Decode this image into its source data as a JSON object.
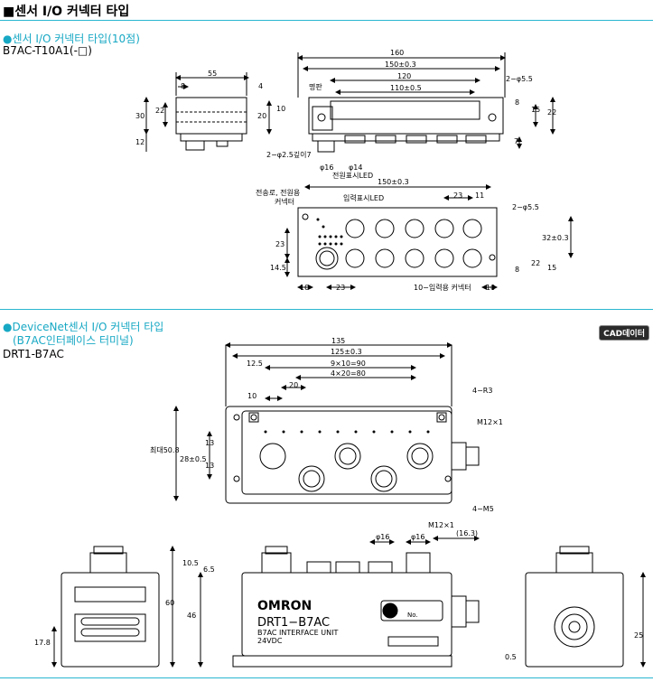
{
  "header": {
    "title": "■센서 I/O 커넥터 타입"
  },
  "section1": {
    "title": "●센서 I/O 커넥터 타입(10점)",
    "model": "B7AC-T10A1(-□)",
    "side": {
      "w": "55",
      "d8": "8",
      "h30": "30",
      "h22": "22",
      "h12": "12",
      "d4": "4"
    },
    "front": {
      "d160": "160",
      "d150": "150±0.3",
      "d120": "120",
      "d110": "110±0.5",
      "hole": "2−φ5.5",
      "label_plate": "명판",
      "d10": "10",
      "d20": "20",
      "d8": "8",
      "d15": "15",
      "d22": "22",
      "d7": "7",
      "tap": "2−φ2.5깊이7",
      "d16": "φ16",
      "d14": "φ14"
    },
    "top": {
      "power_led": "전원표시LED",
      "input_led": "입력표시LED",
      "comm_conn_l1": "전송로, 전원용",
      "comm_conn_l2": "커넥터",
      "d150": "150±0.3",
      "d23a": "23",
      "d11": "11",
      "hole": "2−φ5.5",
      "d23": "23",
      "d32": "32±0.3",
      "d14_5": "14.5",
      "d8": "8",
      "d22": "22",
      "d15": "15",
      "d10a": "10",
      "d23b": "23",
      "input_conn": "10−입력용 커넥터",
      "d10b": "10"
    }
  },
  "section2": {
    "title": "●DeviceNet센서 I/O 커넥터 타입",
    "subtitle": "(B7AC인터페이스 터미널)",
    "model": "DRT1-B7AC",
    "badge": "CAD데이터",
    "plan": {
      "d135": "135",
      "d125": "125±0.3",
      "d12_5": "12.5",
      "d90": "9×10=90",
      "d80": "4×20=80",
      "d10": "10",
      "d20": "20",
      "r3": "4−R3",
      "m12": "M12×1",
      "max": "최대50.8",
      "d28": "28±0.5",
      "d13a": "13",
      "d13b": "13",
      "m5": "4−M5"
    },
    "front": {
      "m12": "M12×1",
      "d16_3": "(16.3)",
      "phi16a": "φ16",
      "phi16b": "φ16",
      "d10_5": "10.5",
      "d6_5": "6.5",
      "d60": "60",
      "d46": "46",
      "d0_5": "0.5",
      "brand": "OMRON",
      "model_big": "DRT1−B7AC",
      "unit": "B7AC INTERFACE UNIT",
      "volt": "24VDC",
      "no": "No."
    },
    "left": {
      "d17_8": "17.8"
    },
    "right": {
      "d25": "25"
    }
  }
}
